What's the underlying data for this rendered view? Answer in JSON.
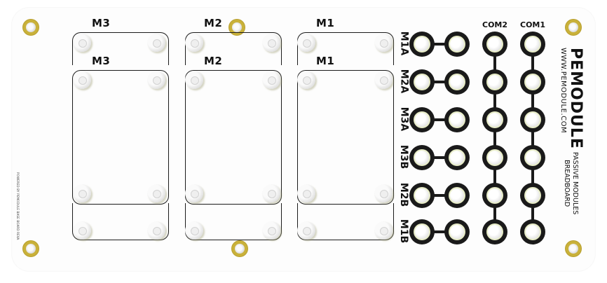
{
  "board": {
    "brand": "PEMODULE",
    "url": "WWW.PEMODULE.COM",
    "subtitle_line1": "PASSIVE MODULES",
    "subtitle_line2": "BREADBOARD",
    "fine_print": "POWERED BY PEMODULE BASE BOARD REVA"
  },
  "modules": [
    {
      "id": "M3",
      "top_label": "M3",
      "inner_label": "M3"
    },
    {
      "id": "M2",
      "top_label": "M2",
      "inner_label": "M2"
    },
    {
      "id": "M1",
      "top_label": "M1",
      "inner_label": "M1"
    }
  ],
  "connector_rows": [
    {
      "label": "M1A"
    },
    {
      "label": "M2A"
    },
    {
      "label": "M3A"
    },
    {
      "label": "M3B"
    },
    {
      "label": "M2B"
    },
    {
      "label": "M1B"
    }
  ],
  "com_columns": [
    {
      "label": "COM2"
    },
    {
      "label": "COM1"
    }
  ],
  "colors": {
    "mounting_ring": "#c9b13a",
    "jack_body": "#1a1a1a",
    "outline": "#1b1b1b",
    "board": "#fdfdfd"
  }
}
